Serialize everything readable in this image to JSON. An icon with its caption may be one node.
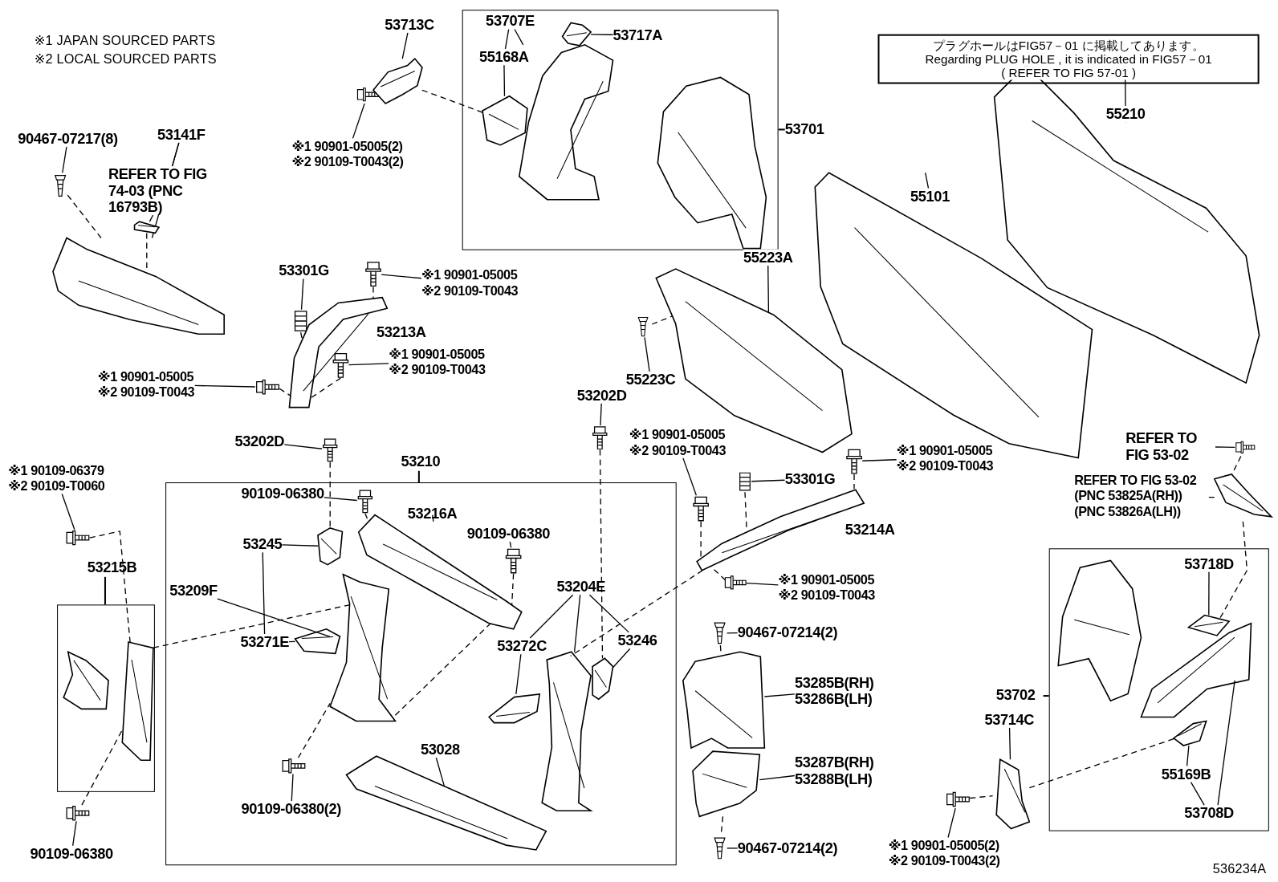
{
  "diagram": {
    "nodes": [
      {
        "text": [
          "90467-07217(8)"
        ]
      },
      {
        "text": [
          "53141F"
        ]
      },
      {
        "text": [
          "REFER TO FIG 74-03 (PNC 16793B)"
        ]
      },
      {
        "text": [],
        "shape": "picture"
      },
      {
        "text": [],
        "shape": "picture"
      },
      {
        "text": [],
        "shape": "picture"
      },
      {
        "text": [
          "53713C"
        ]
      },
      {
        "text": [],
        "shape": "picture"
      },
      {
        "text": [],
        "shape": "picture"
      },
      {
        "text": [
          "※1 90901-05005(2)",
          "※2 90109-T0043(2)"
        ]
      },
      {
        "text": [
          "53701"
        ]
      },
      {
        "text": [
          "53707E"
        ],
        "in": 10
      },
      {
        "text": [
          "55168A"
        ],
        "in": 10
      },
      {
        "text": [
          "53717A"
        ],
        "in": 10
      },
      {
        "text": [],
        "shape": "picture",
        "in": 10
      },
      {
        "text": [],
        "shape": "picture",
        "in": 10
      },
      {
        "text": [],
        "shape": "picture",
        "in": 10
      },
      {
        "text": [],
        "shape": "picture",
        "in": 10
      },
      {
        "text": [
          "プラグホールはFIG57－01 に掲載してあります。",
          "Regarding PLUG HOLE , it is indicated in FIG57－01",
          "( REFER TO FIG 57-01 )"
        ]
      },
      {
        "text": [
          "55210"
        ]
      },
      {
        "text": [],
        "shape": "picture"
      },
      {
        "text": [
          "55101"
        ]
      },
      {
        "text": [],
        "shape": "picture"
      },
      {
        "text": [
          "53301G"
        ]
      },
      {
        "text": [],
        "shape": "picture"
      },
      {
        "text": [],
        "shape": "picture"
      },
      {
        "text": [
          "※1 90901-05005",
          "※2 90109-T0043"
        ]
      },
      {
        "text": [
          "53213A"
        ]
      },
      {
        "text": [],
        "shape": "picture"
      },
      {
        "text": [
          "55223A"
        ]
      },
      {
        "text": [],
        "shape": "picture"
      },
      {
        "text": [],
        "shape": "picture"
      },
      {
        "text": [
          "※1 90901-05005",
          "※2 90109-T0043"
        ]
      },
      {
        "text": [
          "※1 90901-05005",
          "※2 90109-T0043"
        ]
      },
      {
        "text": [],
        "shape": "picture"
      },
      {
        "text": [],
        "shape": "picture"
      },
      {
        "text": [
          "55223C"
        ]
      },
      {
        "text": [
          "53202D"
        ]
      },
      {
        "text": [],
        "shape": "picture"
      },
      {
        "text": [
          "※1 90901-05005",
          "※2 90109-T0043"
        ]
      },
      {
        "text": [
          "※1 90901-05005",
          "※2 90109-T0043"
        ]
      },
      {
        "text": [],
        "shape": "picture"
      },
      {
        "text": [
          "REFER TO FIG 53-02"
        ]
      },
      {
        "text": [],
        "shape": "picture"
      },
      {
        "text": [
          "53202D"
        ]
      },
      {
        "text": [],
        "shape": "picture"
      },
      {
        "text": [
          "53210"
        ]
      },
      {
        "text": [
          "90109-06380"
        ],
        "in": 46
      },
      {
        "text": [],
        "shape": "picture",
        "in": 46
      },
      {
        "text": [
          "53216A"
        ],
        "in": 46
      },
      {
        "text": [],
        "shape": "picture",
        "in": 46
      },
      {
        "text": [
          "90109-06380"
        ],
        "in": 46
      },
      {
        "text": [],
        "shape": "picture",
        "in": 46
      },
      {
        "text": [
          "53245"
        ],
        "in": 46
      },
      {
        "text": [],
        "shape": "picture",
        "in": 46
      },
      {
        "text": [
          "53209F"
        ],
        "in": 46
      },
      {
        "text": [],
        "shape": "picture",
        "in": 46
      },
      {
        "text": [
          "53271E"
        ],
        "in": 46
      },
      {
        "text": [],
        "shape": "picture",
        "in": 46
      },
      {
        "text": [
          "53204E"
        ],
        "in": 46
      },
      {
        "text": [
          "53272C"
        ],
        "in": 46
      },
      {
        "text": [
          "53246"
        ],
        "in": 46
      },
      {
        "text": [],
        "shape": "picture",
        "in": 46
      },
      {
        "text": [],
        "shape": "picture",
        "in": 46
      },
      {
        "text": [],
        "shape": "picture",
        "in": 46
      },
      {
        "text": [
          "53028"
        ],
        "in": 46
      },
      {
        "text": [],
        "shape": "picture",
        "in": 46
      },
      {
        "text": [],
        "shape": "picture",
        "in": 46
      },
      {
        "text": [
          "90109-06380(2)"
        ],
        "in": 46
      },
      {
        "text": [
          "53301G"
        ]
      },
      {
        "text": [],
        "shape": "picture"
      },
      {
        "text": [
          "53214A"
        ]
      },
      {
        "text": [],
        "shape": "picture"
      },
      {
        "text": [
          "※1 90109-06379",
          "※2 90109-T0060"
        ]
      },
      {
        "text": [],
        "shape": "picture"
      },
      {
        "text": [
          "53215B"
        ]
      },
      {
        "text": [],
        "shape": "picture",
        "in": 75
      },
      {
        "text": [],
        "shape": "picture",
        "in": 75
      },
      {
        "text": [],
        "shape": "picture"
      },
      {
        "text": [],
        "shape": "picture"
      },
      {
        "text": [
          "※1 90901-05005",
          "※2 90109-T0043"
        ]
      },
      {
        "text": [
          "REFER TO FIG 53-02 (PNC 53825A(RH)) (PNC 53826A(LH))"
        ]
      },
      {
        "text": [],
        "shape": "picture"
      },
      {
        "text": [
          "53702"
        ]
      },
      {
        "text": [],
        "shape": "picture",
        "in": 83
      },
      {
        "text": [
          "53718D"
        ],
        "in": 83
      },
      {
        "text": [],
        "shape": "picture",
        "in": 83
      },
      {
        "text": [],
        "shape": "picture",
        "in": 83
      },
      {
        "text": [],
        "shape": "picture",
        "in": 83
      },
      {
        "text": [
          "55169B"
        ],
        "in": 83
      },
      {
        "text": [
          "53708D"
        ],
        "in": 83
      },
      {
        "text": [],
        "shape": "picture"
      },
      {
        "text": [
          "90467-07214(2)"
        ]
      },
      {
        "text": [],
        "shape": "picture"
      },
      {
        "text": [
          "53285B(RH)",
          "53286B(LH)"
        ]
      },
      {
        "text": [
          "53714C"
        ]
      },
      {
        "text": [],
        "shape": "picture"
      },
      {
        "text": [
          "53287B(RH)",
          "53288B(LH)"
        ]
      },
      {
        "text": [],
        "shape": "picture"
      },
      {
        "text": [],
        "shape": "picture"
      },
      {
        "text": [],
        "shape": "picture"
      },
      {
        "text": [
          "90467-07214(2)"
        ]
      },
      {
        "text": [],
        "shape": "picture"
      },
      {
        "text": [
          "※1 90901-05005(2)",
          "※2 90109-T0043(2)"
        ]
      },
      {
        "text": [
          "90109-06380"
        ]
      }
    ],
    "edges": [
      {
        "from": 0,
        "to": 3,
        "arrow": "none"
      },
      {
        "from": 3,
        "to": 5,
        "arrow": "none",
        "style": "dashed"
      },
      {
        "from": 1,
        "to": 2,
        "arrow": "none"
      },
      {
        "from": 1,
        "to": 5,
        "arrow": "none"
      },
      {
        "from": 2,
        "to": 4,
        "arrow": "none"
      },
      {
        "from": 4,
        "to": 5,
        "arrow": "none",
        "style": "dashed"
      },
      {
        "from": 6,
        "to": 8,
        "arrow": "none"
      },
      {
        "from": 9,
        "to": 7,
        "arrow": "none"
      },
      {
        "from": 7,
        "to": 8,
        "arrow": "none",
        "style": "dashed"
      },
      {
        "from": 8,
        "to": 15,
        "arrow": "none",
        "style": "dashed"
      },
      {
        "from": 11,
        "to": 12,
        "arrow": "none"
      },
      {
        "from": 11,
        "to": 16,
        "arrow": "none"
      },
      {
        "from": 12,
        "to": 15,
        "arrow": "none"
      },
      {
        "from": 13,
        "to": 14,
        "arrow": "none"
      },
      {
        "from": 19,
        "to": 20,
        "arrow": "none"
      },
      {
        "from": 21,
        "to": 22,
        "arrow": "none"
      },
      {
        "from": 29,
        "to": 30,
        "arrow": "none"
      },
      {
        "from": 36,
        "to": 35,
        "arrow": "none"
      },
      {
        "from": 35,
        "to": 30,
        "arrow": "none",
        "style": "dashed"
      },
      {
        "from": 23,
        "to": 24,
        "arrow": "none"
      },
      {
        "from": 26,
        "to": 25,
        "arrow": "none"
      },
      {
        "from": 25,
        "to": 28,
        "arrow": "none",
        "style": "dashed"
      },
      {
        "from": 27,
        "to": 28,
        "arrow": "none"
      },
      {
        "from": 32,
        "to": 31,
        "arrow": "none"
      },
      {
        "from": 31,
        "to": 28,
        "arrow": "none",
        "style": "dashed"
      },
      {
        "from": 33,
        "to": 34,
        "arrow": "none"
      },
      {
        "from": 34,
        "to": 28,
        "arrow": "none",
        "style": "dashed"
      },
      {
        "from": 24,
        "to": 28,
        "arrow": "none",
        "style": "dashed"
      },
      {
        "from": 37,
        "to": 38,
        "arrow": "none"
      },
      {
        "from": 38,
        "to": 62,
        "arrow": "none",
        "style": "dashed"
      },
      {
        "from": 39,
        "to": 78,
        "arrow": "none"
      },
      {
        "from": 78,
        "to": 72,
        "arrow": "none",
        "style": "dashed"
      },
      {
        "from": 40,
        "to": 41,
        "arrow": "none"
      },
      {
        "from": 41,
        "to": 72,
        "arrow": "none",
        "style": "dashed"
      },
      {
        "from": 69,
        "to": 70,
        "arrow": "none"
      },
      {
        "from": 70,
        "to": 72,
        "arrow": "none",
        "style": "dashed"
      },
      {
        "from": 71,
        "to": 72,
        "arrow": "none"
      },
      {
        "from": 80,
        "to": 79,
        "arrow": "none"
      },
      {
        "from": 79,
        "to": 72,
        "arrow": "none",
        "style": "dashed"
      },
      {
        "from": 72,
        "to": 64,
        "arrow": "none",
        "style": "dashed"
      },
      {
        "from": 42,
        "to": 43,
        "arrow": "none"
      },
      {
        "from": 81,
        "to": 82,
        "arrow": "none"
      },
      {
        "from": 43,
        "to": 82,
        "arrow": "none",
        "style": "dashed"
      },
      {
        "from": 82,
        "to": 86,
        "arrow": "none",
        "style": "dashed"
      },
      {
        "from": 44,
        "to": 45,
        "arrow": "none"
      },
      {
        "from": 45,
        "to": 54,
        "arrow": "none",
        "style": "dashed"
      },
      {
        "from": 47,
        "to": 48,
        "arrow": "none"
      },
      {
        "from": 48,
        "to": 50,
        "arrow": "none",
        "style": "dashed"
      },
      {
        "from": 49,
        "to": 50,
        "arrow": "none"
      },
      {
        "from": 51,
        "to": 52,
        "arrow": "none"
      },
      {
        "from": 52,
        "to": 50,
        "arrow": "none",
        "style": "dashed"
      },
      {
        "from": 53,
        "to": 54,
        "arrow": "none"
      },
      {
        "from": 53,
        "to": 57,
        "arrow": "none"
      },
      {
        "from": 55,
        "to": 56,
        "arrow": "none"
      },
      {
        "from": 57,
        "to": 58,
        "arrow": "none"
      },
      {
        "from": 59,
        "to": 60,
        "arrow": "none"
      },
      {
        "from": 59,
        "to": 61,
        "arrow": "none"
      },
      {
        "from": 59,
        "to": 64,
        "arrow": "none"
      },
      {
        "from": 60,
        "to": 63,
        "arrow": "none"
      },
      {
        "from": 61,
        "to": 62,
        "arrow": "none"
      },
      {
        "from": 65,
        "to": 66,
        "arrow": "none"
      },
      {
        "from": 68,
        "to": 67,
        "arrow": "none"
      },
      {
        "from": 67,
        "to": 56,
        "arrow": "none",
        "style": "dashed"
      },
      {
        "from": 56,
        "to": 50,
        "arrow": "none",
        "style": "dashed"
      },
      {
        "from": 73,
        "to": 74,
        "arrow": "none"
      },
      {
        "from": 74,
        "to": 77,
        "arrow": "none",
        "style": "dashed"
      },
      {
        "from": 100,
        "to": 77,
        "arrow": "none",
        "style": "dashed"
      },
      {
        "from": 104,
        "to": 100,
        "arrow": "none"
      },
      {
        "from": 77,
        "to": 56,
        "arrow": "none",
        "style": "dashed"
      },
      {
        "from": 85,
        "to": 86,
        "arrow": "none"
      },
      {
        "from": 90,
        "to": 89,
        "arrow": "none"
      },
      {
        "from": 90,
        "to": 87,
        "arrow": "none"
      },
      {
        "from": 89,
        "to": 88,
        "arrow": "none"
      },
      {
        "from": 95,
        "to": 98,
        "arrow": "none"
      },
      {
        "from": 103,
        "to": 99,
        "arrow": "none"
      },
      {
        "from": 99,
        "to": 98,
        "arrow": "none",
        "style": "dashed"
      },
      {
        "from": 98,
        "to": 88,
        "arrow": "none",
        "style": "dashed"
      },
      {
        "from": 92,
        "to": 91,
        "arrow": "none"
      },
      {
        "from": 91,
        "to": 93,
        "arrow": "none",
        "style": "dashed"
      },
      {
        "from": 94,
        "to": 93,
        "arrow": "none"
      },
      {
        "from": 97,
        "to": 96,
        "arrow": "none"
      },
      {
        "from": 96,
        "to": 102,
        "arrow": "none",
        "style": "dashed"
      },
      {
        "from": 101,
        "to": 102,
        "arrow": "none"
      }
    ],
    "labels": [
      "※1 JAPAN SOURCED PARTS",
      "※2 LOCAL SOURCED PARTS",
      "536234A"
    ]
  }
}
